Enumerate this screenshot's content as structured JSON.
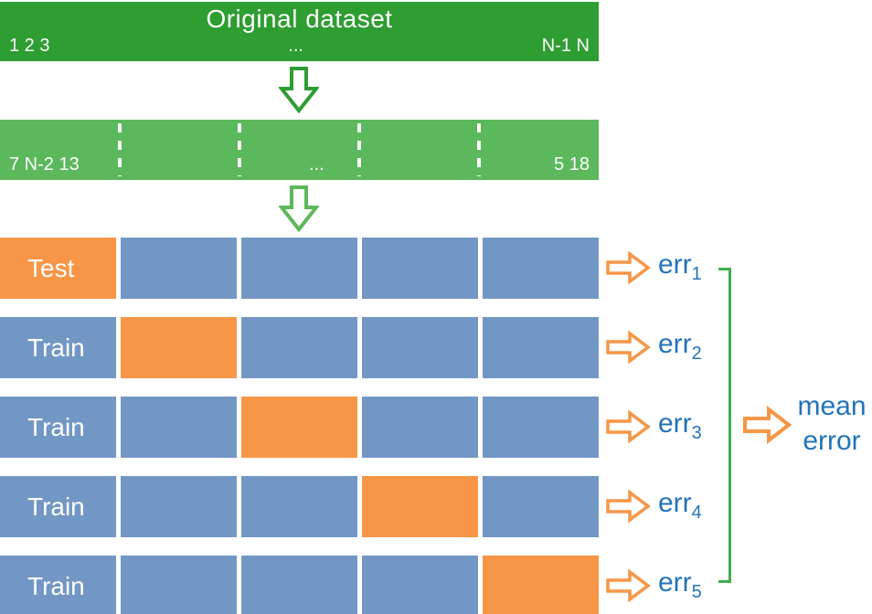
{
  "diagram": "k-fold cross-validation",
  "original_bar": {
    "title": "Original dataset",
    "bottom_left": "1 2 3",
    "bottom_center": "...",
    "bottom_right": "N-1 N"
  },
  "shuffled_bar": {
    "bottom_left": "7 N-2 13",
    "bottom_center": "...",
    "bottom_right": "5 18"
  },
  "folds": {
    "num_blocks_per_row": 5,
    "rows": [
      {
        "label": "Test",
        "test_block_index": 0,
        "err": "err",
        "err_sub": "1"
      },
      {
        "label": "Train",
        "test_block_index": 1,
        "err": "err",
        "err_sub": "2"
      },
      {
        "label": "Train",
        "test_block_index": 2,
        "err": "err",
        "err_sub": "3"
      },
      {
        "label": "Train",
        "test_block_index": 3,
        "err": "err",
        "err_sub": "4"
      },
      {
        "label": "Train",
        "test_block_index": 4,
        "err": "err",
        "err_sub": "5"
      }
    ]
  },
  "result": {
    "line1": "mean",
    "line2": "error"
  },
  "colors": {
    "dark_green": "#2e9d32",
    "light_green": "#5cb85c",
    "train_blue": "#7397c5",
    "test_orange": "#f79646",
    "text_blue": "#2274ba",
    "bracket_green": "#41ad4d",
    "bar_text": "#ffffff"
  }
}
